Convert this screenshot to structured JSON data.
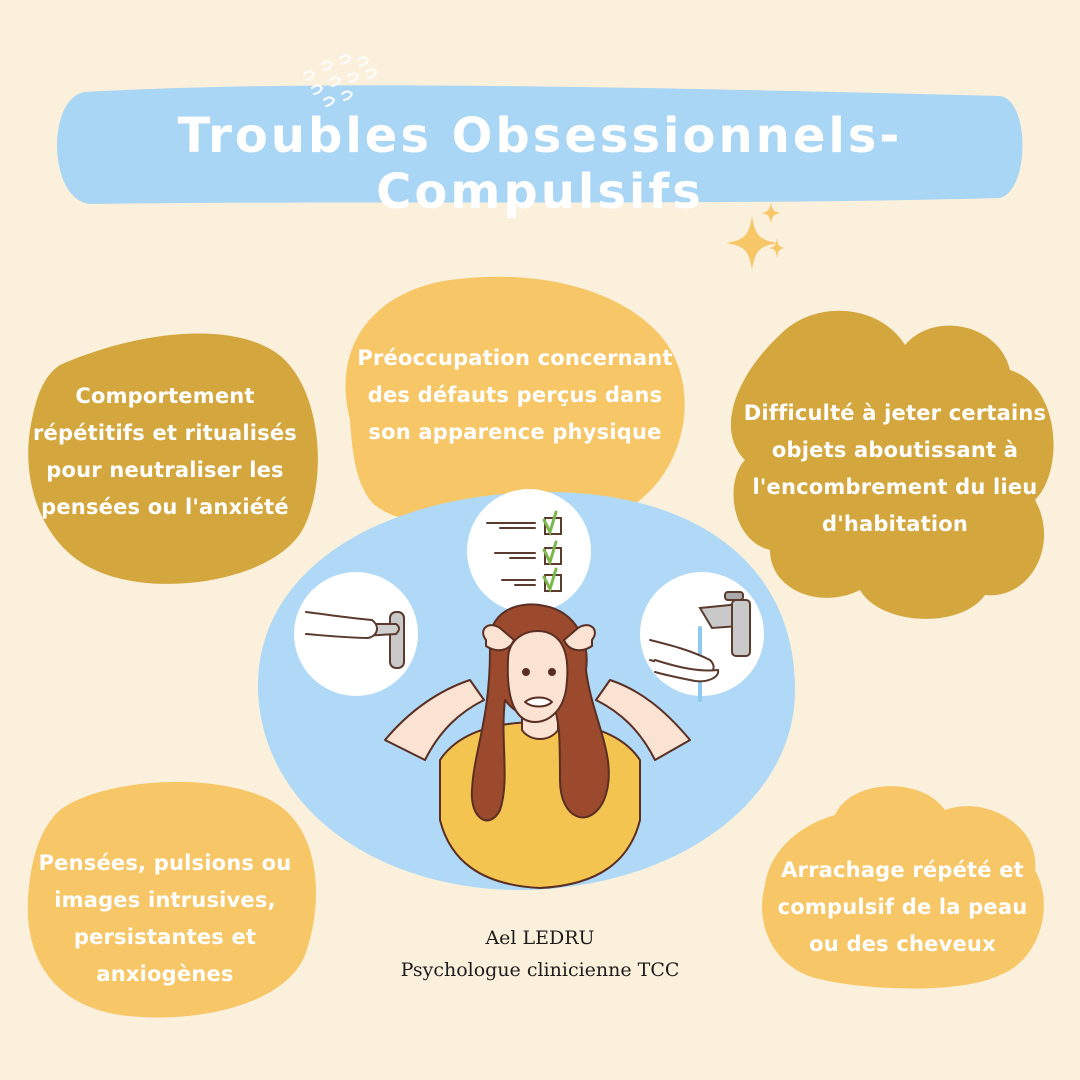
{
  "title": "Troubles Obsessionnels-Compulsifs",
  "colors": {
    "background": "#FBF0DC",
    "title_banner": "#A9D6F4",
    "circle_blue": "#AFD9F6",
    "blob_dark": "#D4A73E",
    "blob_light": "#F7C767",
    "blob_white_text": "#FFFFFF"
  },
  "cards": {
    "top_left": "Comportement répétitifs et ritualisés pour neutraliser les pensées ou l'anxiété",
    "top_center": "Préoccupation concernant des défauts perçus dans son apparence physique",
    "top_right": "Difficulté à jeter certains objets aboutissant à l'encombrement du lieu d'habitation",
    "bottom_left": "Pensées, pulsions ou images intrusives, persistantes et anxiogènes",
    "bottom_right": "Arrachage répété et compulsif de la peau ou des cheveux"
  },
  "card_lines": {
    "top_left": [
      "Comportement",
      "répétitifs et ritualisés",
      "pour neutraliser les",
      "pensées ou l'anxiété"
    ],
    "top_center": [
      "Préoccupation concernant",
      "des défauts perçus dans",
      "son apparence physique"
    ],
    "top_right": [
      "Difficulté à jeter certains",
      "objets aboutissant à",
      "l'encombrement du lieu",
      "d'habitation"
    ],
    "bottom_left": [
      "Pensées, pulsions ou",
      "images intrusives,",
      "persistantes et",
      "anxiogènes"
    ],
    "bottom_right": [
      "Arrachage répété et",
      "compulsif de la peau",
      "ou des cheveux"
    ]
  },
  "author": {
    "name": "Ael LEDRU",
    "role": "Psychologue clinicienne TCC"
  },
  "icons": {
    "door": "door-handle-icon",
    "checklist": "checklist-icon",
    "washing": "hand-washing-icon",
    "woman": "anxious-woman-illustration",
    "sparkle": "sparkle-icon",
    "doodle": "squiggle-doodle-icon"
  }
}
